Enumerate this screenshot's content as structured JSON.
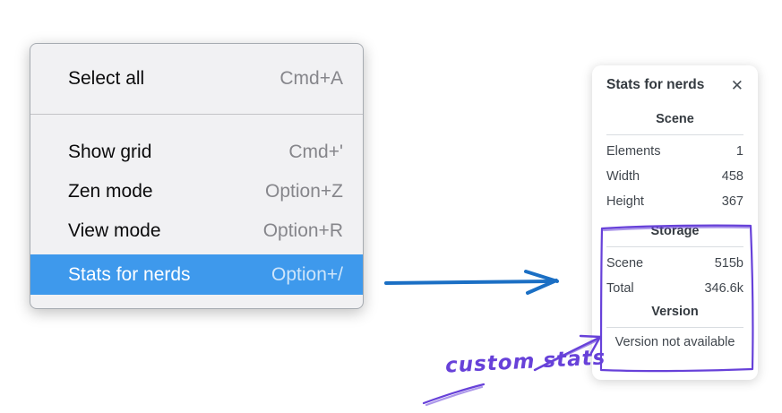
{
  "colors": {
    "menu_highlight_blue": "#3e99ec",
    "arrow_blue": "#1b6fc4",
    "annotation_violet": "#6741d9"
  },
  "context_menu": {
    "sections": [
      {
        "items": [
          {
            "label": "Select all",
            "shortcut": "Cmd+A",
            "highlighted": false
          }
        ]
      },
      {
        "items": [
          {
            "label": "Show grid",
            "shortcut": "Cmd+'",
            "highlighted": false
          },
          {
            "label": "Zen mode",
            "shortcut": "Option+Z",
            "highlighted": false
          },
          {
            "label": "View mode",
            "shortcut": "Option+R",
            "highlighted": false
          },
          {
            "label": "Stats for nerds",
            "shortcut": "Option+/",
            "highlighted": true
          }
        ]
      }
    ]
  },
  "stats_panel": {
    "title": "Stats for nerds",
    "close_icon": "✕",
    "sections": [
      {
        "header": "Scene",
        "rows": [
          {
            "label": "Elements",
            "value": "1"
          },
          {
            "label": "Width",
            "value": "458"
          },
          {
            "label": "Height",
            "value": "367"
          }
        ]
      },
      {
        "header": "Storage",
        "rows": [
          {
            "label": "Scene",
            "value": "515b"
          },
          {
            "label": "Total",
            "value": "346.6k"
          }
        ]
      },
      {
        "header": "Version",
        "note": "Version not available"
      }
    ]
  },
  "annotations": {
    "custom_stats_label": "custom stats"
  }
}
